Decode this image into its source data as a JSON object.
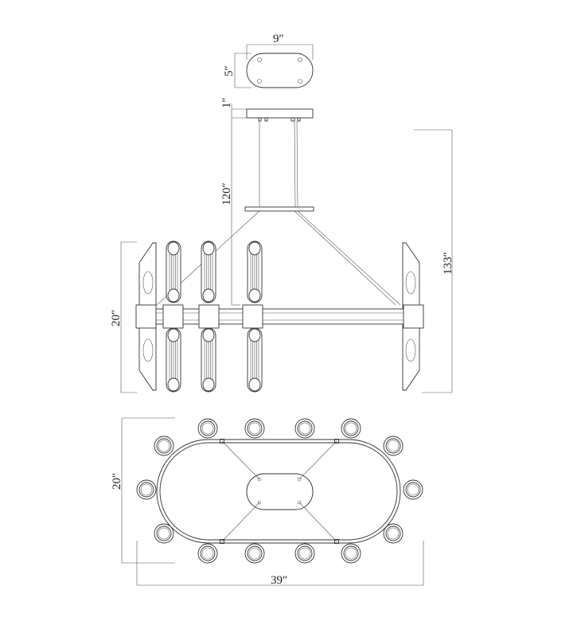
{
  "dimensions": {
    "canopy_width": "9″",
    "canopy_depth": "5″",
    "canopy_height": "1″",
    "cable_length": "120″",
    "overall_height": "133″",
    "fixture_height": "20″",
    "fixture_depth": "20″",
    "fixture_width": "39″"
  }
}
